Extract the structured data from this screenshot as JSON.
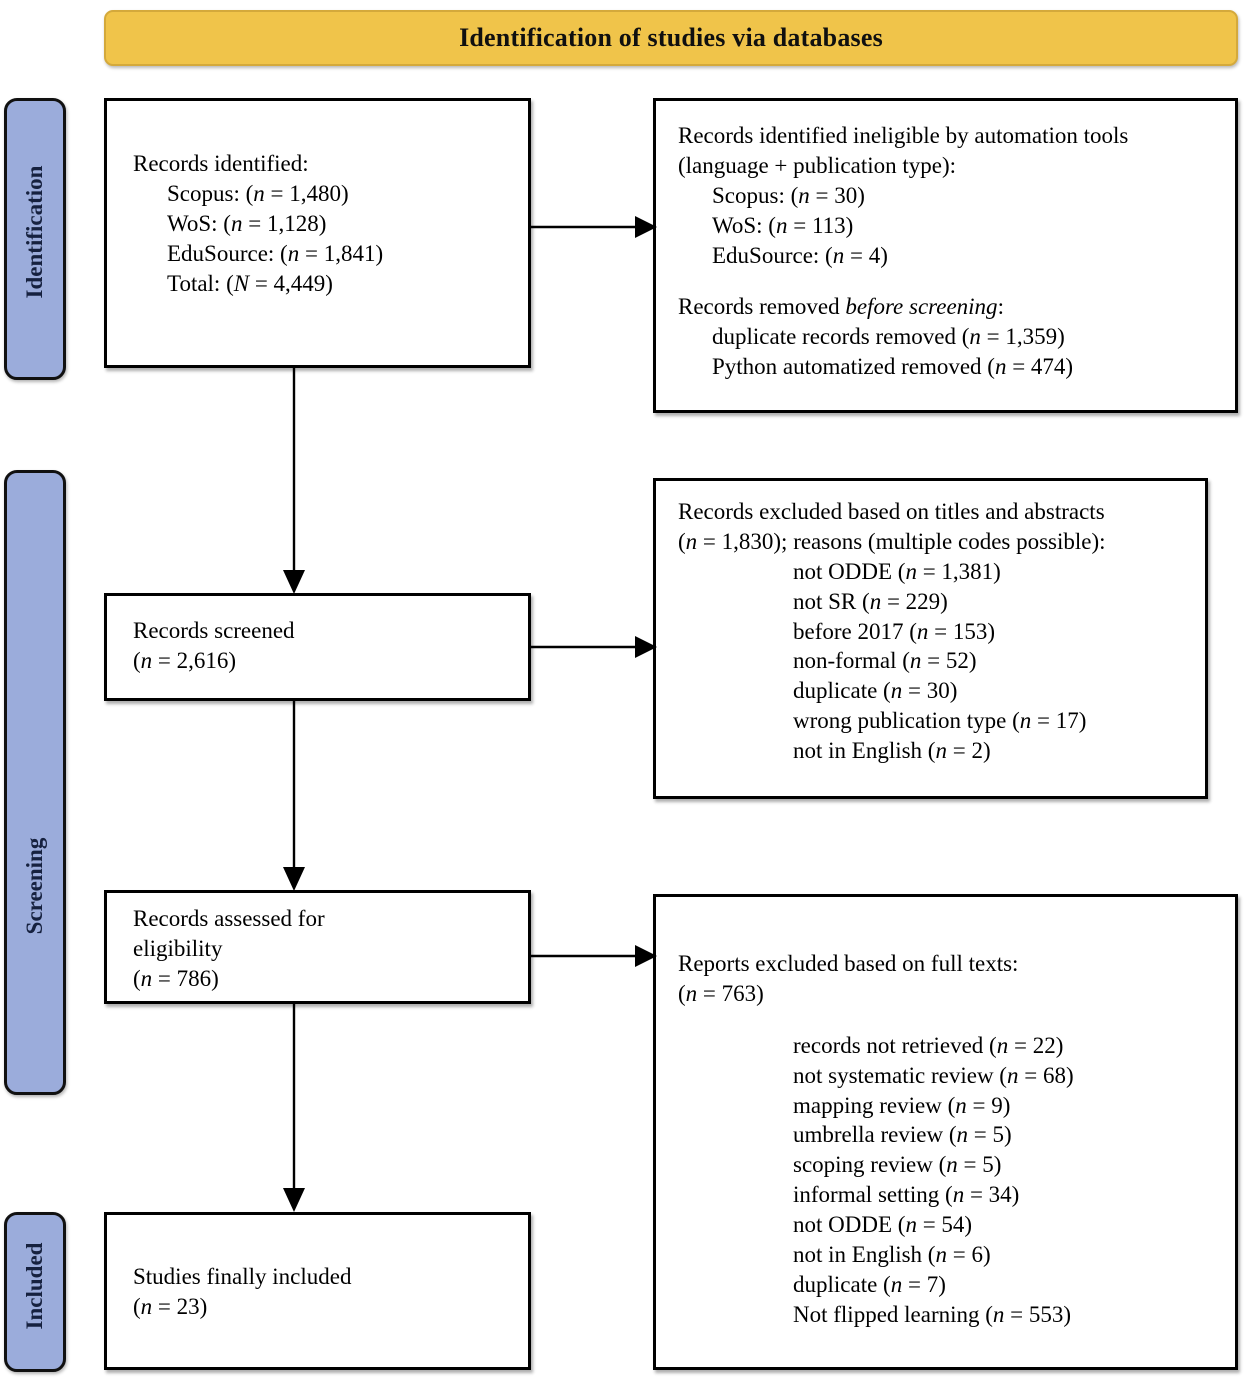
{
  "header": {
    "title": "Identification of studies via databases"
  },
  "rails": [
    {
      "id": "identification",
      "label": "Identification",
      "color": "#9BACDB"
    },
    {
      "id": "screening",
      "label": "Screening",
      "color": "#9BACDB"
    },
    {
      "id": "included",
      "label": "Included",
      "color": "#9BACDB"
    }
  ],
  "boxes": {
    "identified": {
      "heading": "Records identified:",
      "lines": [
        "Scopus: (n = 1,480)",
        "WoS: (n = 1,128)",
        "EduSource: (n = 1,841)",
        "Total: (N = 4,449)"
      ]
    },
    "ineligible": {
      "heading1": "Records identified ineligible by automation tools",
      "heading2": "(language + publication type):",
      "lines": [
        "Scopus: (n = 30)",
        "WoS: (n = 113)",
        "EduSource: (n = 4)"
      ],
      "heading3_pre": "Records removed ",
      "heading3_em": "before screening",
      "heading3_post": ":",
      "lines2": [
        "duplicate records removed (n = 1,359)",
        "Python automatized removed (n = 474)"
      ]
    },
    "screened": {
      "line1": "Records screened",
      "line2": "(n = 2,616)"
    },
    "excluded_titles": {
      "heading1": "Records excluded based on titles and abstracts",
      "heading2": "(n = 1,830); reasons (multiple codes possible):",
      "lines": [
        "not ODDE (n = 1,381)",
        "not SR (n = 229)",
        "before 2017 (n = 153)",
        "non-formal (n = 52)",
        "duplicate (n = 30)",
        "wrong publication type (n = 17)",
        "not in English (n = 2)"
      ]
    },
    "eligibility": {
      "line1": "Records assessed for",
      "line2": "eligibility",
      "line3": "(n = 786)"
    },
    "excluded_fulltext": {
      "heading1": "Reports excluded based on full texts:",
      "heading2": "(n = 763)",
      "lines": [
        "records not retrieved (n = 22)",
        "not systematic review (n = 68)",
        "mapping review (n = 9)",
        "umbrella review (n = 5)",
        "scoping review (n = 5)",
        "informal setting (n = 34)",
        "not ODDE (n = 54)",
        "not in English (n = 6)",
        "duplicate (n = 7)",
        "Not flipped learning (n = 553)"
      ]
    },
    "included": {
      "line1": "Studies finally included",
      "line2": "(n = 23)"
    }
  },
  "colors": {
    "banner": "#F0C44A",
    "rail": "#9BACDB",
    "box_border": "#000000",
    "arrow": "#000000"
  }
}
